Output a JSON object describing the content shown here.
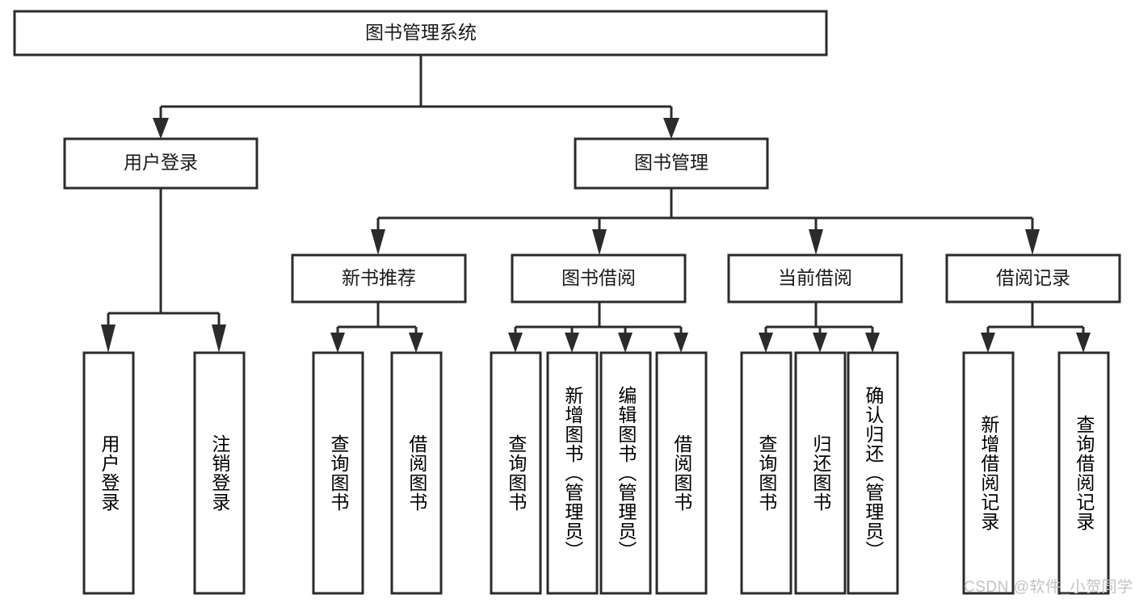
{
  "diagram": {
    "title": "图书管理系统",
    "type": "tree-hierarchy",
    "watermark": "CSDN @软件_小贺同学",
    "colors": {
      "box_stroke": "#2b2b2b",
      "box_fill": "#ffffff",
      "text": "#1a1a1a",
      "background": "#ffffff",
      "watermark": "#c3c3c3"
    },
    "root": {
      "label": "图书管理系统"
    },
    "level2": [
      {
        "label": "用户登录"
      },
      {
        "label": "图书管理"
      }
    ],
    "level3": [
      {
        "label": "新书推荐"
      },
      {
        "label": "图书借阅"
      },
      {
        "label": "当前借阅"
      },
      {
        "label": "借阅记录"
      }
    ],
    "leaves": {
      "user_login": [
        {
          "label": "用户登录"
        },
        {
          "label": "注销登录"
        }
      ],
      "new_book_recommend": [
        {
          "label": "查询图书"
        },
        {
          "label": "借阅图书"
        }
      ],
      "book_borrow": [
        {
          "label": "查询图书"
        },
        {
          "label": "新增图书（管理员）"
        },
        {
          "label": "编辑图书（管理员）"
        },
        {
          "label": "借阅图书"
        }
      ],
      "current_borrow": [
        {
          "label": "查询图书"
        },
        {
          "label": "归还图书"
        },
        {
          "label": "确认归还（管理员）"
        }
      ],
      "borrow_record": [
        {
          "label": "新增借阅记录"
        },
        {
          "label": "查询借阅记录"
        }
      ]
    }
  }
}
